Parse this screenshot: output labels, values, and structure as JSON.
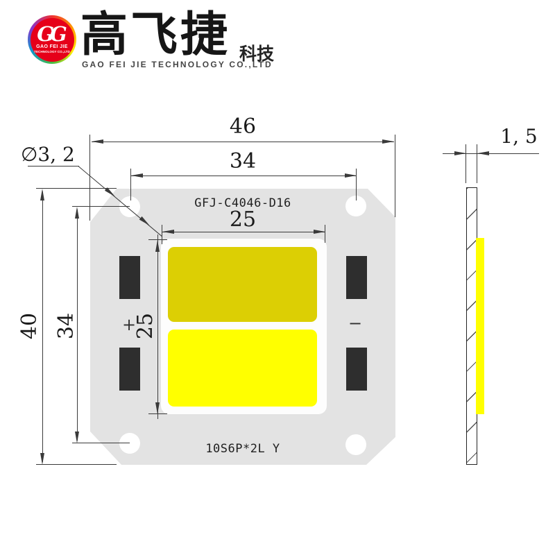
{
  "colors": {
    "board": "#e3e3e3",
    "substrate": "#fdfdfd",
    "led-top": "#dccf04",
    "led-bottom": "#ffff00",
    "pad": "#2e2e2e",
    "line": "#3a3a3a",
    "logo-red": "#e60019",
    "text": "#1a1a1a"
  },
  "logo": {
    "monogram": "GG",
    "badge_line1": "GAO FEI JIE",
    "badge_line2": "TECHNOLOGY CO.,LTD",
    "cn_name": "高飞捷",
    "cn_suffix": "科技",
    "en_name": "GAO FEI JIE TECHNOLOGY CO.,LTD"
  },
  "drawing": {
    "part_number": "GFJ-C4046-D16",
    "spec_code": "10S6P*2L Y",
    "polarity_plus": "+",
    "polarity_minus": "−",
    "dimensions": {
      "overall_width": "46",
      "hole_pitch_width": "34",
      "emitter_width": "25",
      "overall_height": "40",
      "hole_pitch_height": "34",
      "emitter_height": "25",
      "hole_diameter": "∅3, 2",
      "thickness": "1, 5"
    }
  }
}
